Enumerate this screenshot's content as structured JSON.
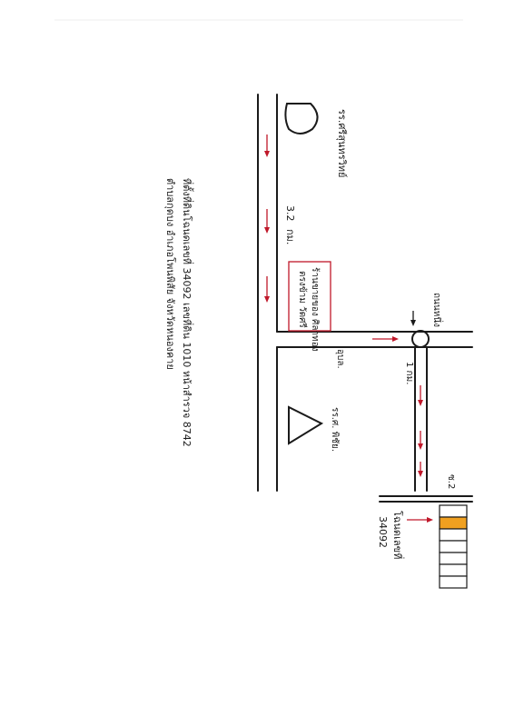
{
  "labels": {
    "school_top": "รร.ศรีสุนทรวิทย์",
    "distance_3_2": "3.2",
    "unit_km": "กม.",
    "shop_line1": "ร้านขายของ ศิลาทอง",
    "shop_line2": "ตรงข้าม วัดศรี",
    "temple_short": "อุบล.",
    "junction_road": "ถนนหนึ่ง",
    "distance_1": "1 กม.",
    "school_triangle": "รร.ศ. พิชัย.",
    "road_code": "ซ.2",
    "plot_label_line1": "โฉนดเลขที่",
    "plot_label_line2": "34092",
    "title_line1": "ที่ตั้งที่ดินโฉนดเลขที่ 34092 เลขที่ดิน 1010 หน้าสำรวจ 8742",
    "title_line2": "ตำบลกุดบง อำเภอโพนพิสัย จังหวัดหนองคาย"
  },
  "colors": {
    "ink": "#1a1a1a",
    "route_red": "#c0182a",
    "highlight_orange": "#f0a020"
  },
  "plots": {
    "count": 7,
    "highlighted_index": 1
  }
}
